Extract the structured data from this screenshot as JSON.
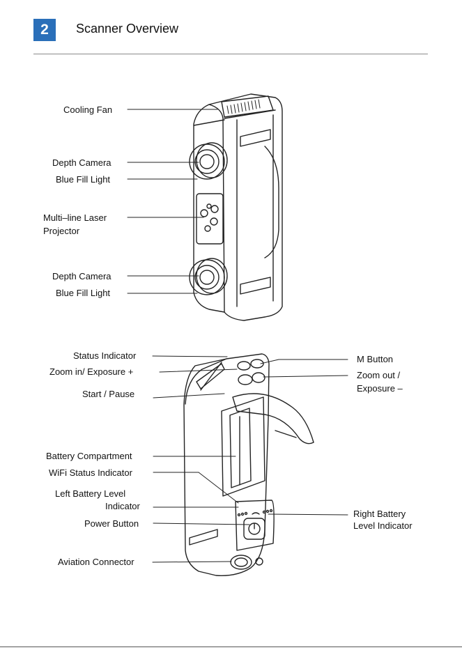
{
  "header": {
    "section_number": "2",
    "title": "Scanner Overview"
  },
  "front_view": {
    "labels": [
      "Cooling Fan",
      "Depth Camera",
      "Blue Fill Light",
      "Multi–line Laser",
      "Projector",
      "Depth Camera",
      "Blue Fill Light"
    ]
  },
  "back_view": {
    "left_labels": [
      "Status Indicator",
      "Zoom in/ Exposure +",
      "Start / Pause",
      "Battery Compartment",
      "WiFi Status Indicator",
      "Left Battery Level",
      "Indicator",
      "Power Button",
      "Aviation Connector"
    ],
    "right_labels": [
      "M Button",
      "Zoom out /",
      "Exposure –",
      "Right Battery",
      "Level Indicator"
    ]
  }
}
